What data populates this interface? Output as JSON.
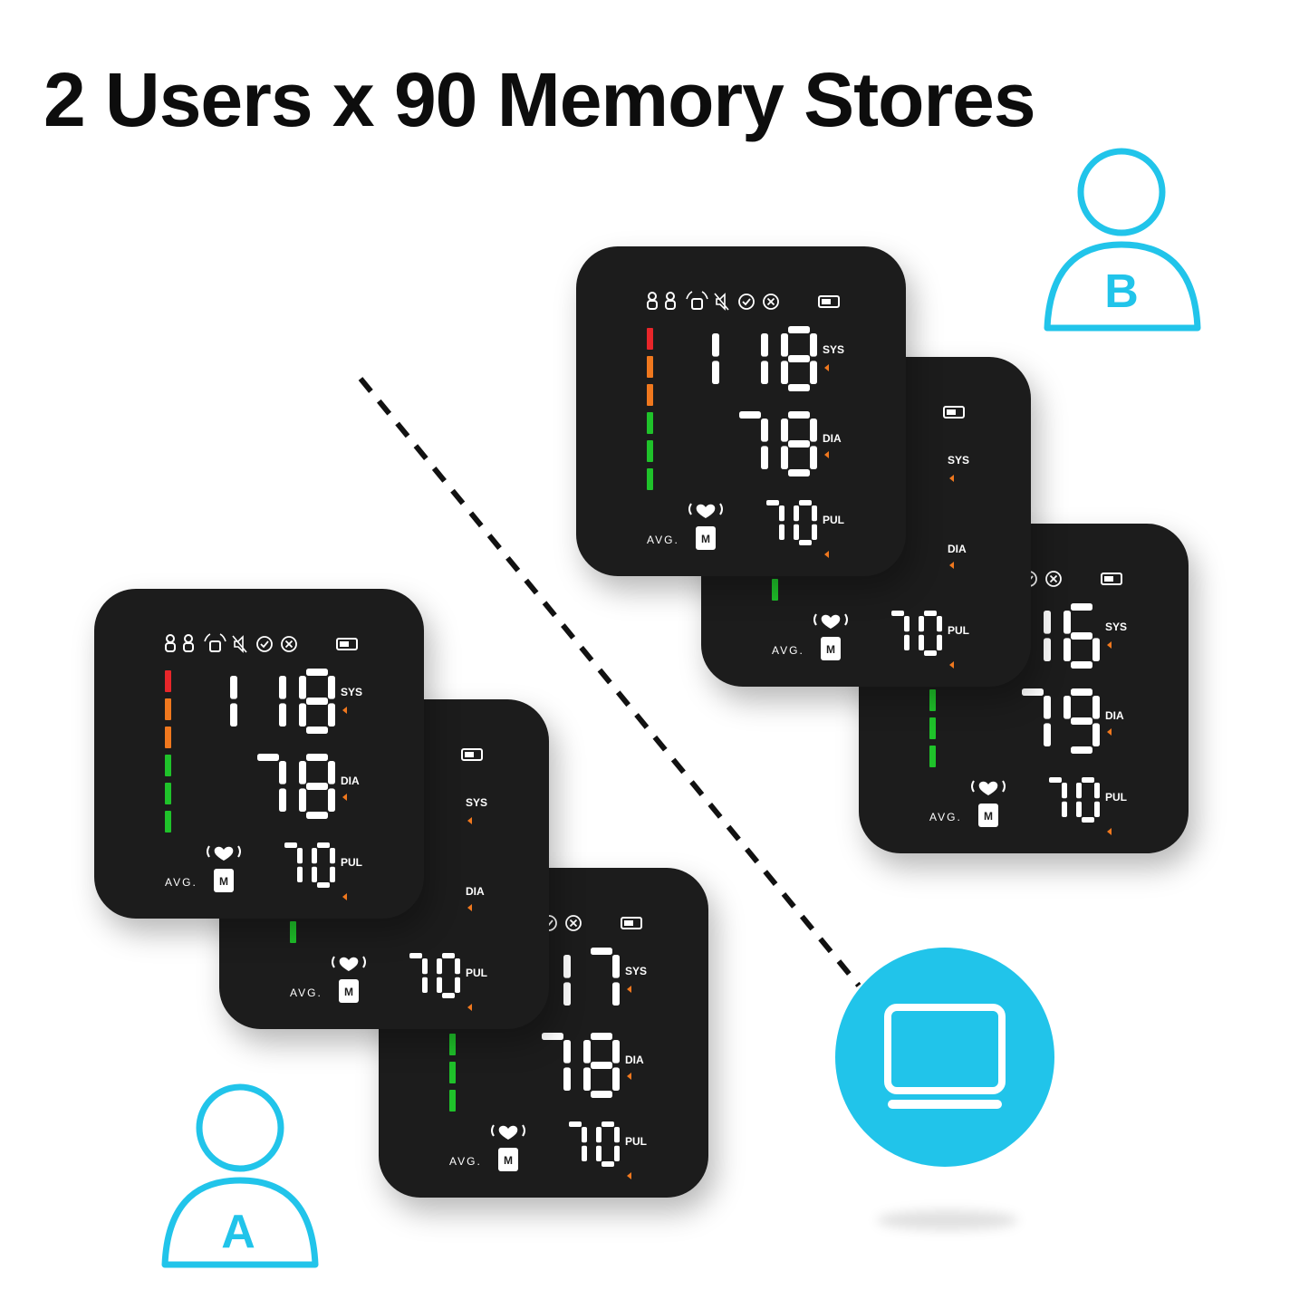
{
  "headline": "2 Users x 90 Memory Stores",
  "colors": {
    "accent": "#21c4ea",
    "device_body": "#1c1c1c",
    "bar_red": "#e8262a",
    "bar_orange": "#f0781e",
    "bar_green": "#1fc22a",
    "indicator_orange": "#f0781e"
  },
  "labels": {
    "sys": "SYS",
    "dia": "DIA",
    "pul": "PUL",
    "avg": "AVG.",
    "memory": "M"
  },
  "users": [
    {
      "badge": "A",
      "icon": "user-icon"
    },
    {
      "badge": "B",
      "icon": "user-icon"
    }
  ],
  "computer": {
    "icon": "laptop-icon"
  },
  "devices": [
    {
      "id": "a1",
      "sys": "118",
      "dia": "78",
      "pul": "70"
    },
    {
      "id": "a2",
      "sys": "",
      "dia": "",
      "pul": "70"
    },
    {
      "id": "a3",
      "sys": "17",
      "dia": "78",
      "pul": "70"
    },
    {
      "id": "b1",
      "sys": "118",
      "dia": "78",
      "pul": "70"
    },
    {
      "id": "b2",
      "sys": "",
      "dia": "",
      "pul": "70"
    },
    {
      "id": "b3",
      "sys": "16",
      "dia": "79",
      "pul": "70"
    }
  ],
  "icons": [
    "user1-icon",
    "user2-icon",
    "irregular-heartbeat-icon",
    "mute-icon",
    "check-icon",
    "cancel-icon",
    "battery-icon",
    "heart-icon",
    "memory-icon"
  ]
}
